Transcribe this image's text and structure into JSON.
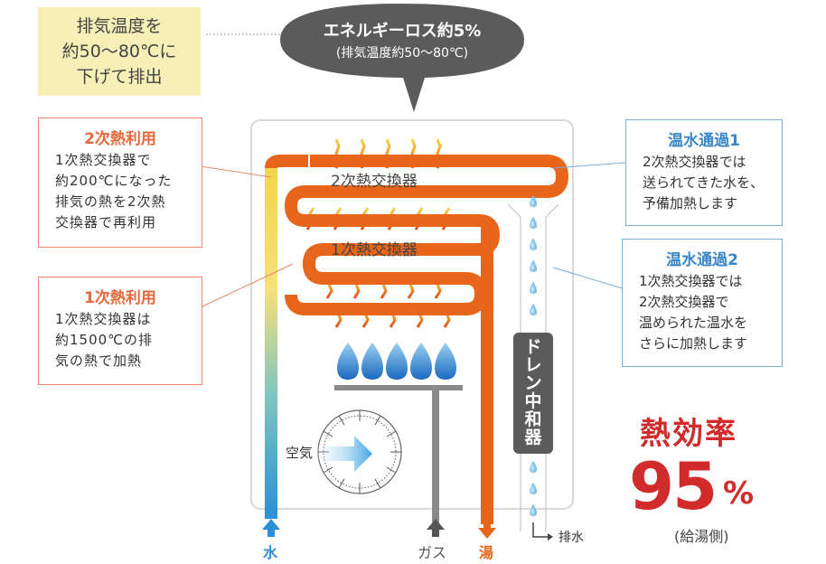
{
  "top_note": {
    "lines": [
      "排気温度を",
      "約50〜80℃に",
      "下げて排出"
    ]
  },
  "bubble": {
    "line1": "エネルギーロス約5%",
    "line2": "(排気温度約50〜80℃)"
  },
  "secondary_use": {
    "title": "2次熱利用",
    "lines": [
      "1次熱交換器で",
      "約200℃になった",
      "排気の熱を2次熱",
      "交換器で再利用"
    ]
  },
  "primary_use": {
    "title": "1次熱利用",
    "lines": [
      "1次熱交換器は",
      "約1500℃の排",
      "気の熱で加熱"
    ]
  },
  "hot_water_pass1": {
    "title": "温水通過1",
    "lines": [
      "2次熱交換器では",
      "送られてきた水を、",
      "予備加熱します"
    ]
  },
  "hot_water_pass2": {
    "title": "温水通過2",
    "lines": [
      "1次熱交換器では",
      "2次熱交換器で",
      "温められた温水を",
      "さらに加熱します"
    ]
  },
  "labels": {
    "exchanger2": "2次熱交換器",
    "exchanger1": "1次熱交換器",
    "drain": "ドレン中和器",
    "air": "空気",
    "water": "水",
    "gas": "ガス",
    "hot": "湯",
    "drain_out": "排水"
  },
  "efficiency": {
    "title": "熱効率",
    "value": "95",
    "unit": "%",
    "note": "(給湯側)"
  },
  "colors": {
    "orange": "#e8661c",
    "blue": "#2a8fd4",
    "red": "#d22b2b",
    "gray": "#8a8a8a"
  }
}
